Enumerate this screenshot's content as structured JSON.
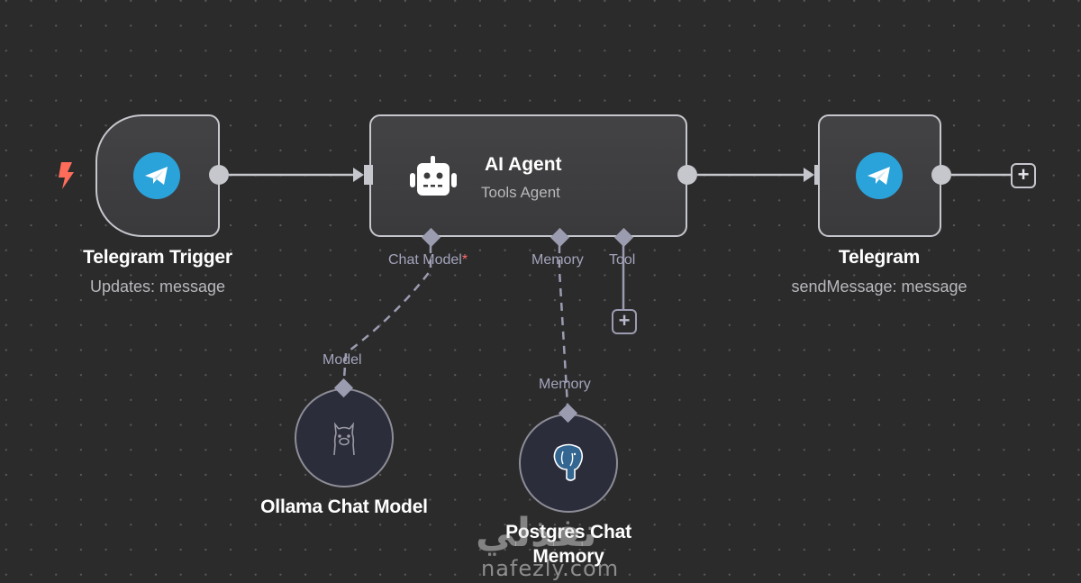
{
  "canvas": {
    "background": "#2b2b2c",
    "accent_border": "#c6c7cc",
    "sub_handle_color": "#9b9cb0",
    "telegram_blue": "#2aa3db",
    "trigger_bolt_color": "#ff6d5a"
  },
  "nodes": {
    "telegram_trigger": {
      "title": "Telegram Trigger",
      "subtitle": "Updates: message",
      "icon": "telegram-icon",
      "trigger_icon": "lightning-bolt-icon"
    },
    "ai_agent": {
      "title": "AI Agent",
      "subtitle": "Tools Agent",
      "icon": "robot-icon",
      "handles": [
        {
          "label": "Chat Model",
          "required_mark": "*"
        },
        {
          "label": "Memory",
          "required_mark": ""
        },
        {
          "label": "Tool",
          "required_mark": ""
        }
      ]
    },
    "telegram": {
      "title": "Telegram",
      "subtitle": "sendMessage: message",
      "icon": "telegram-icon"
    },
    "ollama_chat_model": {
      "title": "Ollama Chat Model",
      "handle_label": "Model",
      "icon": "llama-icon"
    },
    "postgres_chat_memory": {
      "title_line1": "Postgres Chat",
      "title_line2": "Memory",
      "handle_label": "Memory",
      "icon": "postgres-elephant-icon"
    }
  },
  "buttons": {
    "add_after_telegram": "+",
    "add_tool": "+"
  },
  "watermark": {
    "arabic": "نفذلي",
    "latin": "nafezly.com"
  }
}
